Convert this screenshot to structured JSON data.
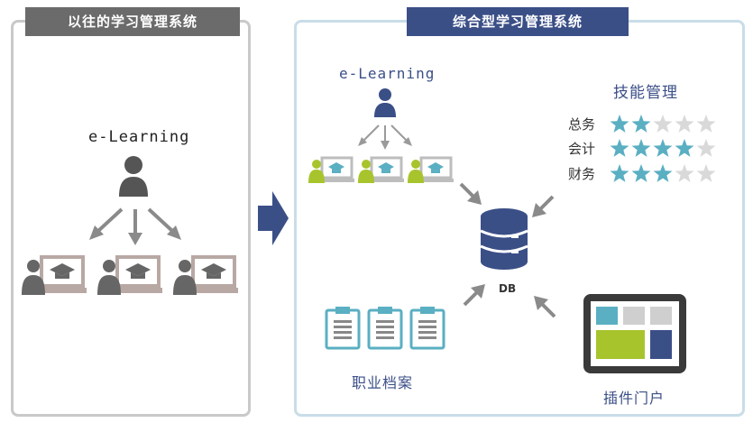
{
  "left": {
    "title": "以往的学习管理系统",
    "elearning": "e-Learning"
  },
  "right": {
    "title": "综合型学习管理系统",
    "elearning": "e-Learning",
    "skills": {
      "title": "技能管理",
      "rows": [
        {
          "name": "总务",
          "stars": 2
        },
        {
          "name": "会计",
          "stars": 4
        },
        {
          "name": "财务",
          "stars": 3
        }
      ],
      "max_stars": 5
    },
    "db_label": "DB",
    "records_label": "职业档案",
    "portal_label": "插件门户"
  },
  "colors": {
    "left_gray": "#6b6b6b",
    "navy": "#3b4f87",
    "teal": "#5aafc2",
    "lime": "#a8c42d",
    "star_off": "#d9d9d9",
    "arrow_gray": "#8a8a8a"
  }
}
